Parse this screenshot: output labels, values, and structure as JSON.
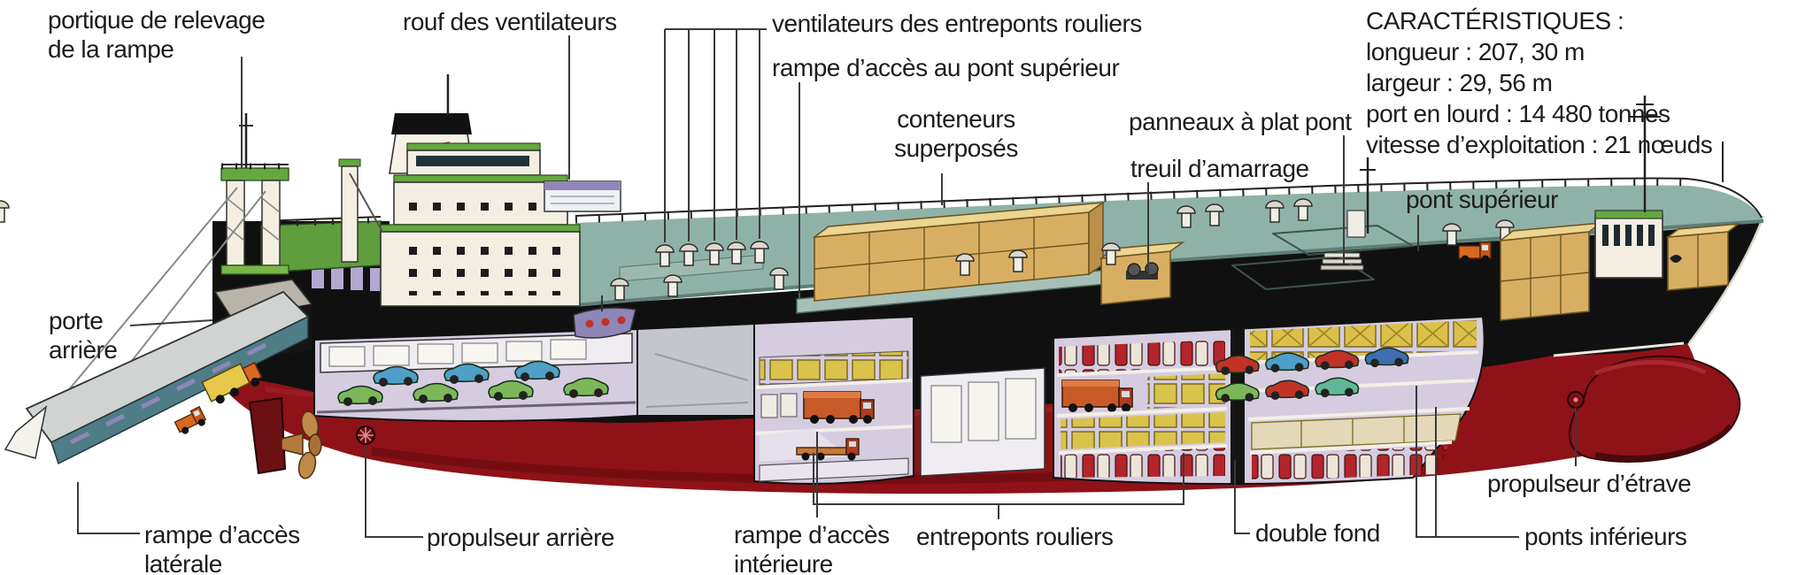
{
  "figure": {
    "type": "cutaway-diagram",
    "subject": "navire roulier (roll-on/roll-off) en écorché"
  },
  "labels": {
    "portique": "portique de relevage\nde la rampe",
    "rouf": "rouf des ventilateurs",
    "ventilateurs": "ventilateurs des entreponts rouliers",
    "rampe_pont_superieur": "rampe d’accès au pont supérieur",
    "conteneurs": "conteneurs\nsuperposés",
    "panneaux": "panneaux à plat pont",
    "treuil": "treuil d’amarrage",
    "pont_superieur": "pont supérieur",
    "porte_arriere": "porte\narrière",
    "rampe_laterale": "rampe d’accès\nlatérale",
    "propulseur_arriere": "propulseur arrière",
    "rampe_interieure": "rampe d’accès\nintérieure",
    "entreponts": "entreponts rouliers",
    "double_fond": "double fond",
    "propulseur_etrave": "propulseur d’étrave",
    "ponts_inferieurs": "ponts inférieurs"
  },
  "characteristics": {
    "heading": "CARACTÉRISTIQUES :",
    "lines": [
      "longueur : 207, 30 m",
      "largeur : 29, 56 m",
      "port en lourd : 14 480 tonnes",
      "vitesse d’exploitation : 21 nœuds"
    ]
  },
  "colors": {
    "deck_teal": "#8fb2a8",
    "hull_black": "#101010",
    "hull_red": "#8e1217",
    "container_tan": "#d8af62",
    "superstructure_cream": "#f3eee1",
    "green_trim": "#64a83f",
    "interior_lavender": "#d6cce0",
    "label_text": "#1c1c1c",
    "leader_line": "#3a3a3a"
  }
}
